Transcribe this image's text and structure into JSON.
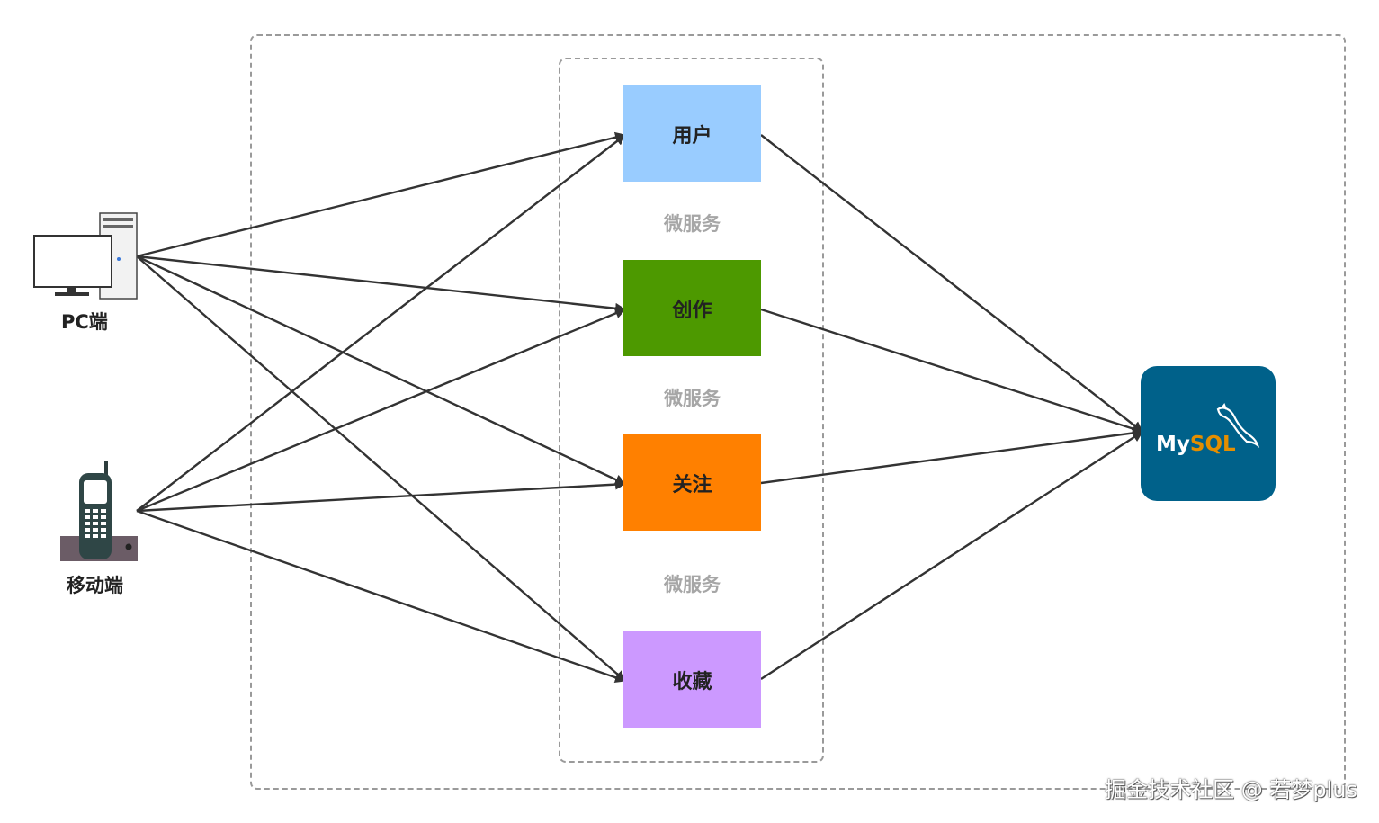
{
  "clients": {
    "pc": {
      "label": "PC端"
    },
    "mobile": {
      "label": "移动端"
    }
  },
  "services": [
    {
      "label": "用户",
      "color": "#99ccff"
    },
    {
      "label": "创作",
      "color": "#4d9900"
    },
    {
      "label": "关注",
      "color": "#ff8000"
    },
    {
      "label": "收藏",
      "color": "#cc99ff"
    }
  ],
  "microservice_labels": [
    "微服务",
    "微服务",
    "微服务"
  ],
  "database": {
    "name": "MySQL",
    "name_my": "My",
    "name_sql": "SQL",
    "color": "#00618a"
  },
  "watermark": "掘金技术社区 @ 若梦plus"
}
